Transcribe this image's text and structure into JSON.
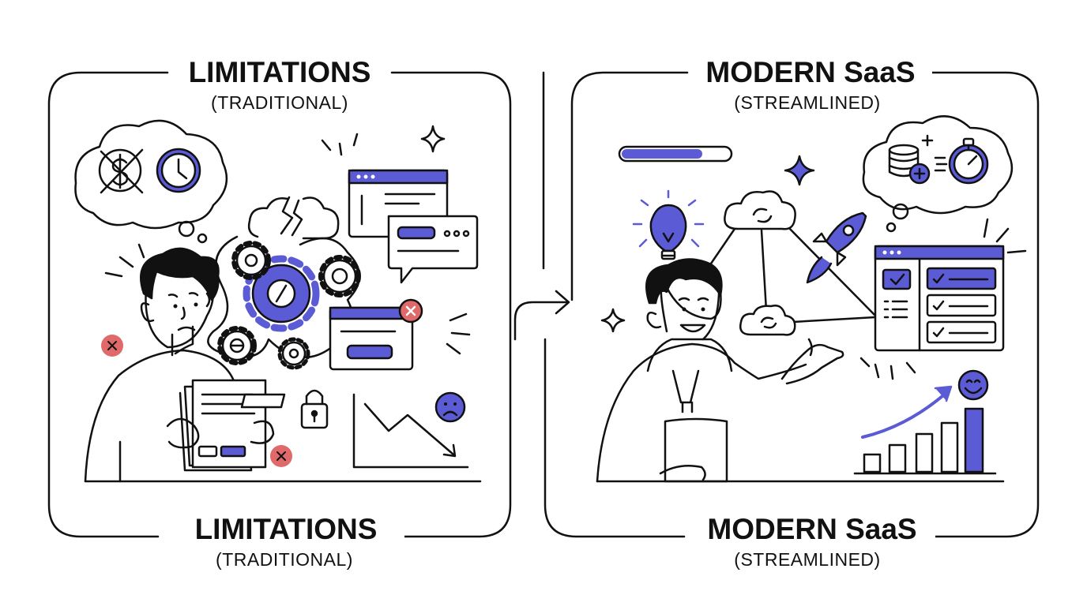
{
  "left_panel": {
    "title_top": "LIMITATIONS",
    "subtitle_top": "(TRADITIONAL)",
    "title_bottom": "LIMITATIONS",
    "subtitle_bottom": "(TRADITIONAL)"
  },
  "right_panel": {
    "title_top": "MODERN SaaS",
    "subtitle_top": "(STREAMLINED)",
    "title_bottom": "MODERN SaaS",
    "subtitle_bottom": "(STREAMLINED)",
    "progress_fraction": 0.75
  },
  "colors": {
    "ink": "#111111",
    "accent": "#5b5bd6",
    "error": "#e06a6a",
    "background": "#ffffff"
  },
  "icons": [
    "cancelled-money-icon",
    "clock-icon",
    "broken-cloud-icon",
    "gears-icon",
    "browser-window-icon",
    "chat-window-icon",
    "error-window-icon",
    "padlock-icon",
    "sad-face-icon",
    "declining-chart-icon",
    "document-stack-icon",
    "lightbulb-icon",
    "cloud-sync-icon",
    "rocket-icon",
    "task-dashboard-icon",
    "database-plus-icon",
    "stopwatch-icon",
    "growth-bar-chart-icon",
    "happy-face-icon",
    "sparkle-icon"
  ]
}
